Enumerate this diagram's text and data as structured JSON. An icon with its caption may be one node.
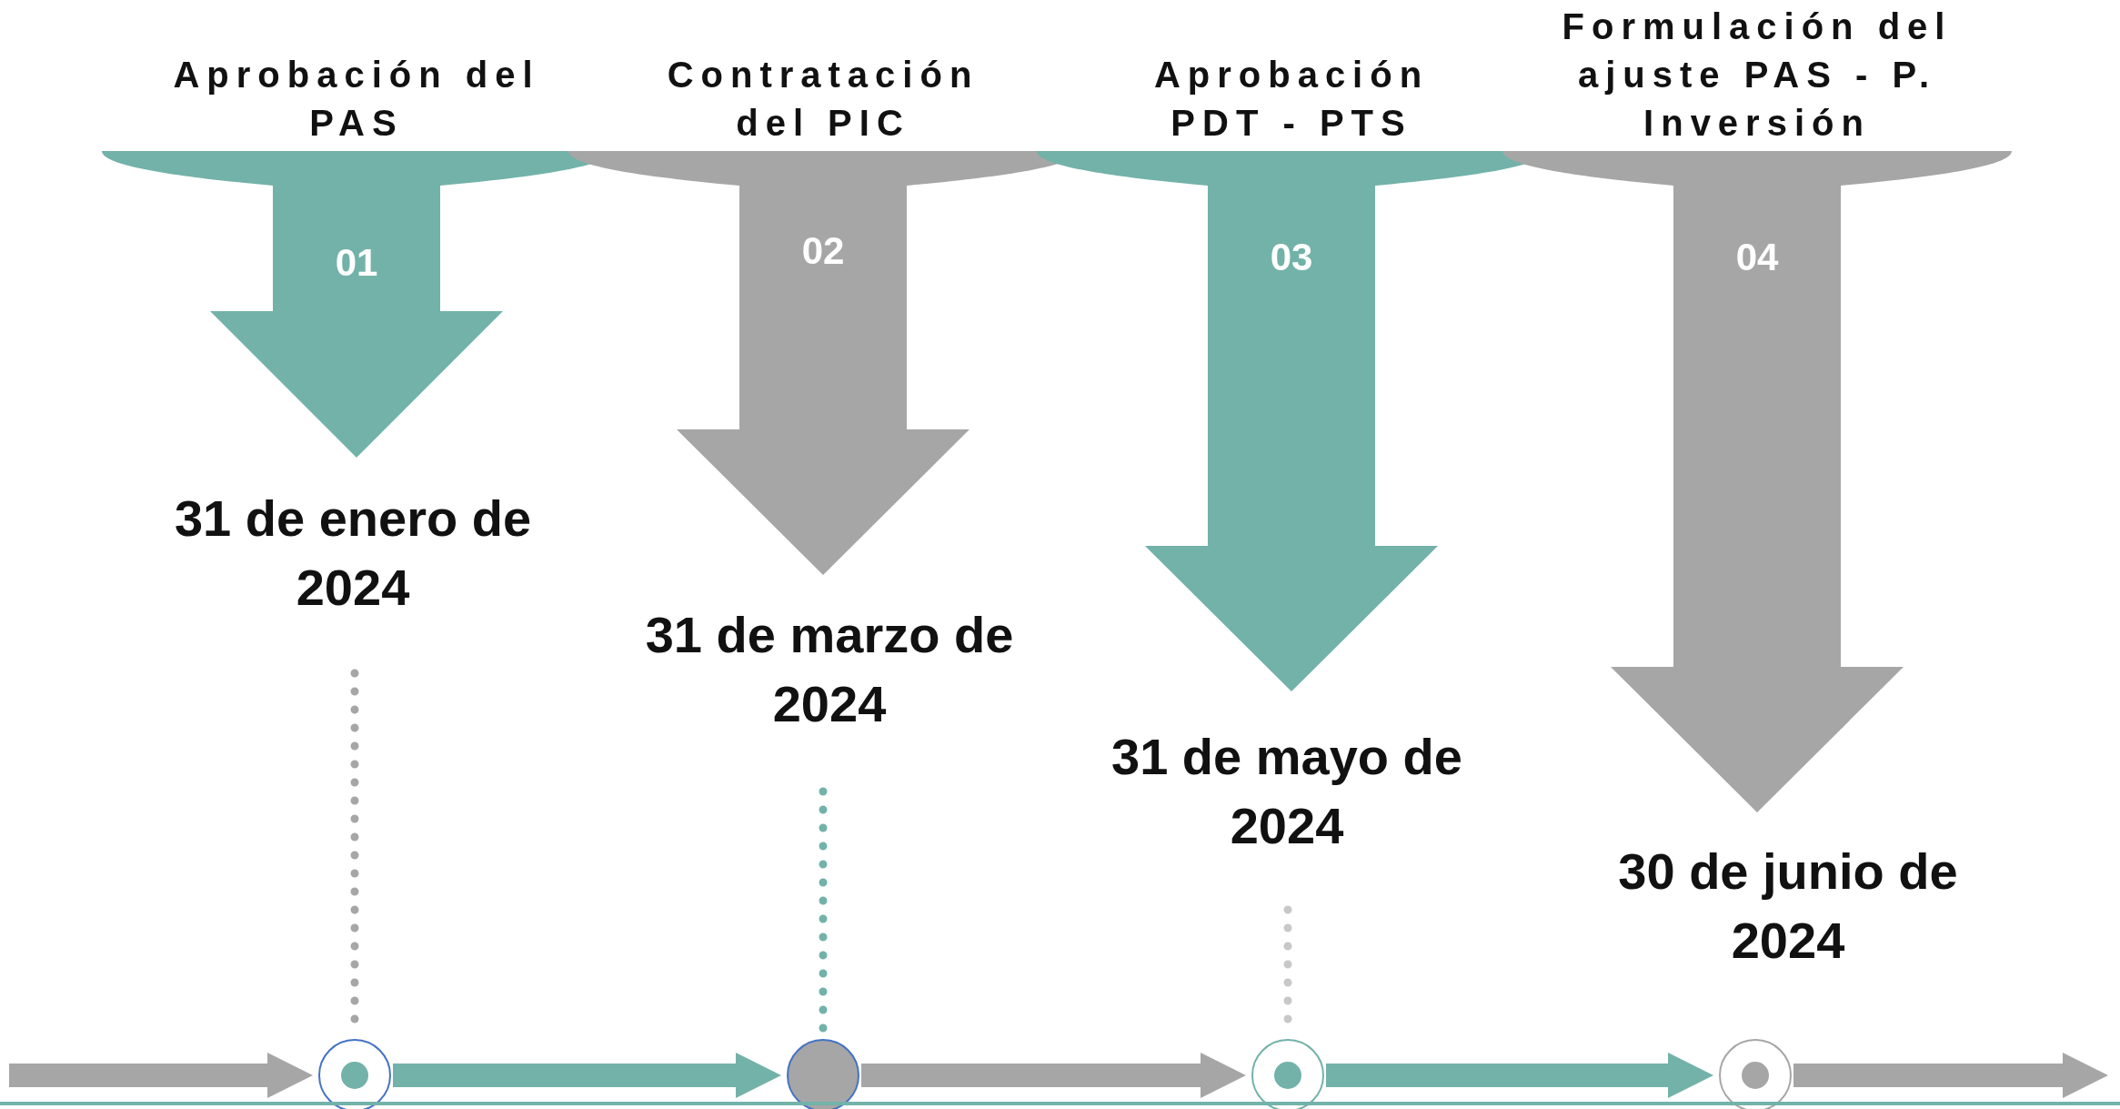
{
  "diagram": {
    "nodes": [
      {
        "text": [
          "Aprobación del PAS",
          "01"
        ]
      },
      {
        "text": [
          "Contratación del PIC",
          "02"
        ]
      },
      {
        "text": [
          "Aprobación PDT - PTS",
          "03"
        ]
      },
      {
        "text": [
          "Formulación del ajuste PAS - P. Inversión",
          "04"
        ]
      },
      {
        "text": [
          "31 de enero de 2024"
        ]
      },
      {
        "text": [
          "31 de marzo de 2024"
        ]
      },
      {
        "text": [
          "31 de mayo de 2024"
        ]
      },
      {
        "text": [
          "30 de junio de 2024"
        ]
      },
      {
        "text": [],
        "shape": "circle"
      },
      {
        "text": [],
        "shape": "circle"
      },
      {
        "text": [],
        "shape": "circle"
      },
      {
        "text": [],
        "shape": "circle"
      }
    ],
    "edges": [
      {
        "from": 4,
        "to": 8,
        "arrow": "none",
        "style": "dashed"
      },
      {
        "from": 5,
        "to": 9,
        "arrow": "none",
        "style": "dashed",
        "color": "#72b2a9"
      },
      {
        "from": 6,
        "to": 10,
        "arrow": "none",
        "style": "dashed",
        "color": "#c8c8c8"
      },
      {
        "from": null,
        "to": 8,
        "arrow": "to"
      },
      {
        "from": 8,
        "to": 9,
        "arrow": "to",
        "color": "#72b2a9"
      },
      {
        "from": 9,
        "to": 10,
        "arrow": "to"
      },
      {
        "from": 10,
        "to": 11,
        "arrow": "to",
        "color": "#72b2a9"
      },
      {
        "from": 11,
        "to": null,
        "arrow": "to"
      }
    ]
  }
}
